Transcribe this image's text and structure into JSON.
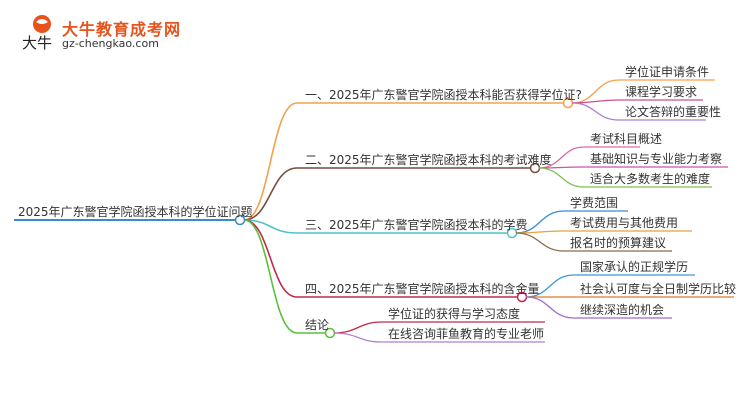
{
  "brand": {
    "name": "大牛教育成考网",
    "url": "gz-chengkao.com",
    "mark_text": "大牛"
  },
  "mindmap": {
    "root": "2025年广东警官学院函授本科的学位证问题",
    "branches": [
      {
        "label": "一、2025年广东警官学院函授本科能否获得学位证?",
        "color": "#f5a04a",
        "leaves": [
          "学位证申请条件",
          "课程学习要求",
          "论文答辩的重要性"
        ],
        "leaf_colors": [
          "#f5a04a",
          "#d14f8a",
          "#b07fd0"
        ]
      },
      {
        "label": "二、2025年广东警官学院函授本科的考试难度",
        "color": "#7a4a3a",
        "leaves": [
          "考试科目概述",
          "基础知识与专业能力考察",
          "适合大多数考生的难度"
        ],
        "leaf_colors": [
          "#e06aa0",
          "#d14fb0",
          "#7dc24a"
        ]
      },
      {
        "label": "三、2025年广东警官学院函授本科的学费",
        "color": "#4ac4c8",
        "leaves": [
          "学费范围",
          "考试费用与其他费用",
          "报名时的预算建议"
        ],
        "leaf_colors": [
          "#3a8ad0",
          "#e8a23a",
          "#8a6a4a"
        ]
      },
      {
        "label": "四、2025年广东警官学院函授本科的含金量",
        "color": "#c0294a",
        "leaves": [
          "国家承认的正规学历",
          "社会认可度与全日制学历比较",
          "继续深造的机会"
        ],
        "leaf_colors": [
          "#3a9ad8",
          "#e07a2a",
          "#a06ad0"
        ]
      },
      {
        "label": "结论",
        "color": "#5bbf3a",
        "leaves": [
          "学位证的获得与学习态度",
          "在线咨询菲鱼教育的专业老师"
        ],
        "leaf_colors": [
          "#c0294a",
          "#b07fd0"
        ]
      }
    ]
  }
}
